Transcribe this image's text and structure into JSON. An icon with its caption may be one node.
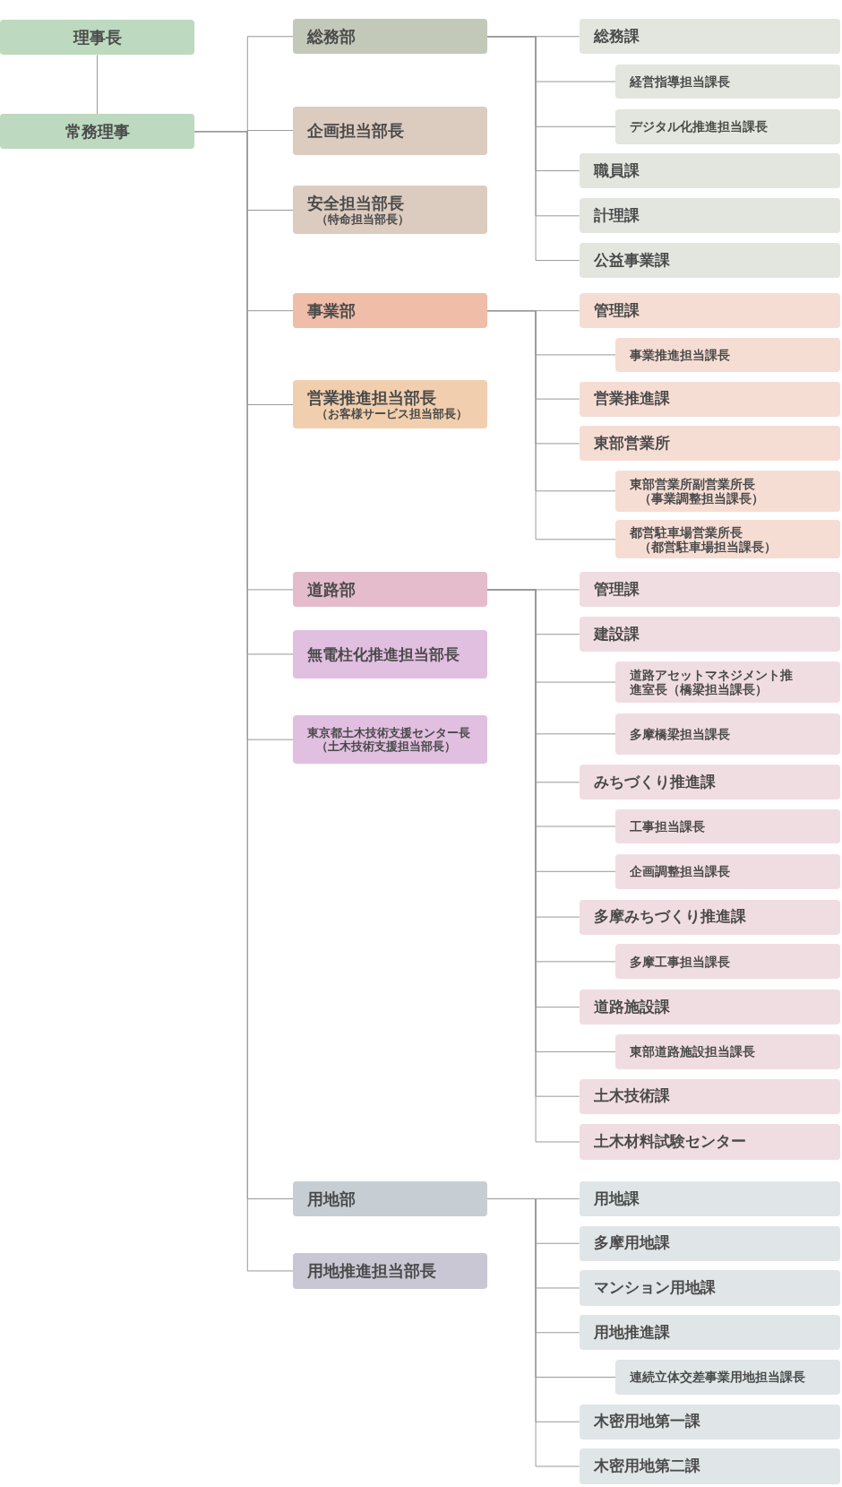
{
  "diagram": {
    "nodes": [
      {
        "text": [
          "理事長"
        ]
      },
      {
        "text": [
          "常務理事"
        ]
      },
      {
        "text": [
          "総務部"
        ]
      },
      {
        "text": [
          "企画担当部長"
        ]
      },
      {
        "text": [
          "安全担当部長",
          "（特命担当部長）"
        ]
      },
      {
        "text": [
          "事業部"
        ]
      },
      {
        "text": [
          "営業推進担当部長",
          "（お客様サービス担当部長）"
        ]
      },
      {
        "text": [
          "道路部"
        ]
      },
      {
        "text": [
          "無電柱化推進担当部長"
        ]
      },
      {
        "text": [
          "東京都土木技術支援センター長",
          "（土木技術支援担当部長）"
        ]
      },
      {
        "text": [
          "用地部"
        ]
      },
      {
        "text": [
          "用地推進担当部長"
        ]
      },
      {
        "text": [
          "総務課"
        ]
      },
      {
        "text": [
          "経営指導担当課長"
        ]
      },
      {
        "text": [
          "デジタル化推進担当課長"
        ]
      },
      {
        "text": [
          "職員課"
        ]
      },
      {
        "text": [
          "計理課"
        ]
      },
      {
        "text": [
          "公益事業課"
        ]
      },
      {
        "text": [
          "管理課"
        ]
      },
      {
        "text": [
          "事業推進担当課長"
        ]
      },
      {
        "text": [
          "営業推進課"
        ]
      },
      {
        "text": [
          "東部営業所"
        ]
      },
      {
        "text": [
          "東部営業所副営業所長",
          "（事業調整担当課長）"
        ]
      },
      {
        "text": [
          "都営駐車場営業所長",
          "（都営駐車場担当課長）"
        ]
      },
      {
        "text": [
          "管理課"
        ]
      },
      {
        "text": [
          "建設課"
        ]
      },
      {
        "text": [
          "道路アセットマネジメント推進室長（橋梁担当課長）"
        ]
      },
      {
        "text": [
          "多摩橋梁担当課長"
        ]
      },
      {
        "text": [
          "みちづくり推進課"
        ]
      },
      {
        "text": [
          "工事担当課長"
        ]
      },
      {
        "text": [
          "企画調整担当課長"
        ]
      },
      {
        "text": [
          "多摩みちづくり推進課"
        ]
      },
      {
        "text": [
          "多摩工事担当課長"
        ]
      },
      {
        "text": [
          "道路施設課"
        ]
      },
      {
        "text": [
          "東部道路施設担当課長"
        ]
      },
      {
        "text": [
          "土木技術課"
        ]
      },
      {
        "text": [
          "土木材料試験センター"
        ]
      },
      {
        "text": [
          "用地課"
        ]
      },
      {
        "text": [
          "多摩用地課"
        ]
      },
      {
        "text": [
          "マンション用地課"
        ]
      },
      {
        "text": [
          "用地推進課"
        ]
      },
      {
        "text": [
          "連続立体交差事業用地担当課長"
        ]
      },
      {
        "text": [
          "木密用地第一課"
        ]
      },
      {
        "text": [
          "木密用地第二課"
        ]
      }
    ],
    "edges": [
      {
        "from": 0,
        "to": 1,
        "arrow": "none"
      },
      {
        "from": 1,
        "to": 2,
        "arrow": "none"
      },
      {
        "from": 1,
        "to": 3,
        "arrow": "none"
      },
      {
        "from": 1,
        "to": 4,
        "arrow": "none"
      },
      {
        "from": 1,
        "to": 5,
        "arrow": "none"
      },
      {
        "from": 1,
        "to": 6,
        "arrow": "none"
      },
      {
        "from": 1,
        "to": 7,
        "arrow": "none"
      },
      {
        "from": 1,
        "to": 8,
        "arrow": "none"
      },
      {
        "from": 1,
        "to": 9,
        "arrow": "none"
      },
      {
        "from": 1,
        "to": 10,
        "arrow": "none"
      },
      {
        "from": 1,
        "to": 11,
        "arrow": "none"
      },
      {
        "from": 2,
        "to": 12,
        "arrow": "none"
      },
      {
        "from": 2,
        "to": 13,
        "arrow": "none"
      },
      {
        "from": 2,
        "to": 14,
        "arrow": "none"
      },
      {
        "from": 2,
        "to": 15,
        "arrow": "none"
      },
      {
        "from": 2,
        "to": 16,
        "arrow": "none"
      },
      {
        "from": 2,
        "to": 17,
        "arrow": "none"
      },
      {
        "from": 5,
        "to": 18,
        "arrow": "none"
      },
      {
        "from": 5,
        "to": 19,
        "arrow": "none"
      },
      {
        "from": 5,
        "to": 20,
        "arrow": "none"
      },
      {
        "from": 5,
        "to": 21,
        "arrow": "none"
      },
      {
        "from": 5,
        "to": 22,
        "arrow": "none"
      },
      {
        "from": 5,
        "to": 23,
        "arrow": "none"
      },
      {
        "from": 7,
        "to": 24,
        "arrow": "none"
      },
      {
        "from": 7,
        "to": 25,
        "arrow": "none"
      },
      {
        "from": 7,
        "to": 26,
        "arrow": "none"
      },
      {
        "from": 7,
        "to": 27,
        "arrow": "none"
      },
      {
        "from": 7,
        "to": 28,
        "arrow": "none"
      },
      {
        "from": 7,
        "to": 29,
        "arrow": "none"
      },
      {
        "from": 7,
        "to": 30,
        "arrow": "none"
      },
      {
        "from": 7,
        "to": 31,
        "arrow": "none"
      },
      {
        "from": 7,
        "to": 32,
        "arrow": "none"
      },
      {
        "from": 7,
        "to": 33,
        "arrow": "none"
      },
      {
        "from": 7,
        "to": 34,
        "arrow": "none"
      },
      {
        "from": 7,
        "to": 35,
        "arrow": "none"
      },
      {
        "from": 7,
        "to": 36,
        "arrow": "none"
      },
      {
        "from": 10,
        "to": 37,
        "arrow": "none"
      },
      {
        "from": 10,
        "to": 38,
        "arrow": "none"
      },
      {
        "from": 10,
        "to": 39,
        "arrow": "none"
      },
      {
        "from": 10,
        "to": 40,
        "arrow": "none"
      },
      {
        "from": 10,
        "to": 41,
        "arrow": "none"
      },
      {
        "from": 10,
        "to": 42,
        "arrow": "none"
      },
      {
        "from": 10,
        "to": 43,
        "arrow": "none"
      }
    ]
  }
}
